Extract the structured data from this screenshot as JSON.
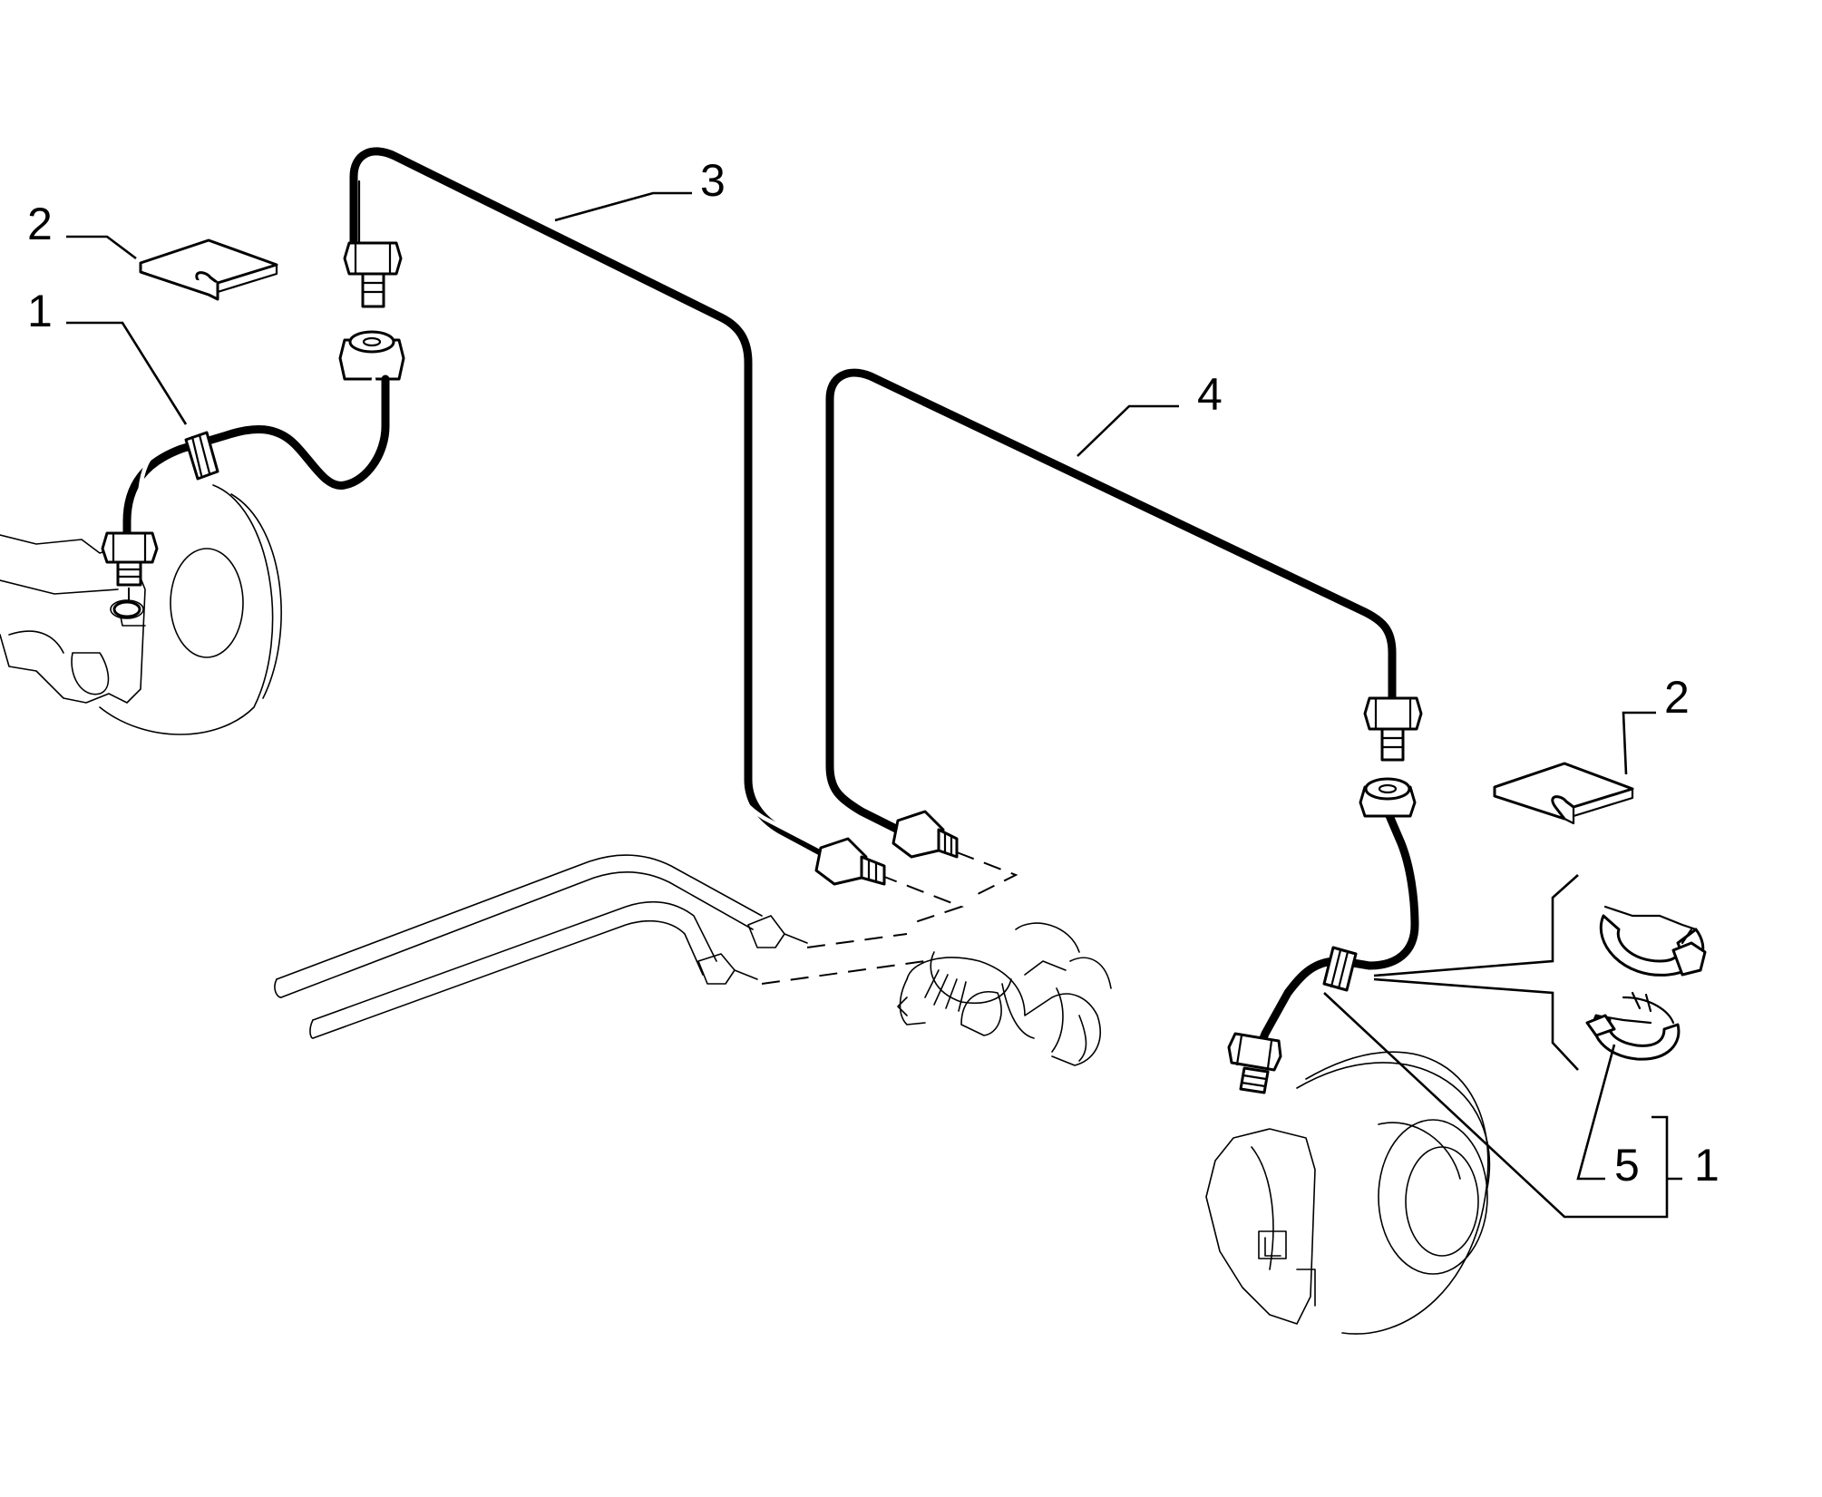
{
  "callouts": [
    {
      "label": "1"
    },
    {
      "label": "2"
    },
    {
      "label": "3"
    },
    {
      "label": "4"
    },
    {
      "label": "2"
    },
    {
      "label": "5"
    },
    {
      "label": "1"
    }
  ]
}
